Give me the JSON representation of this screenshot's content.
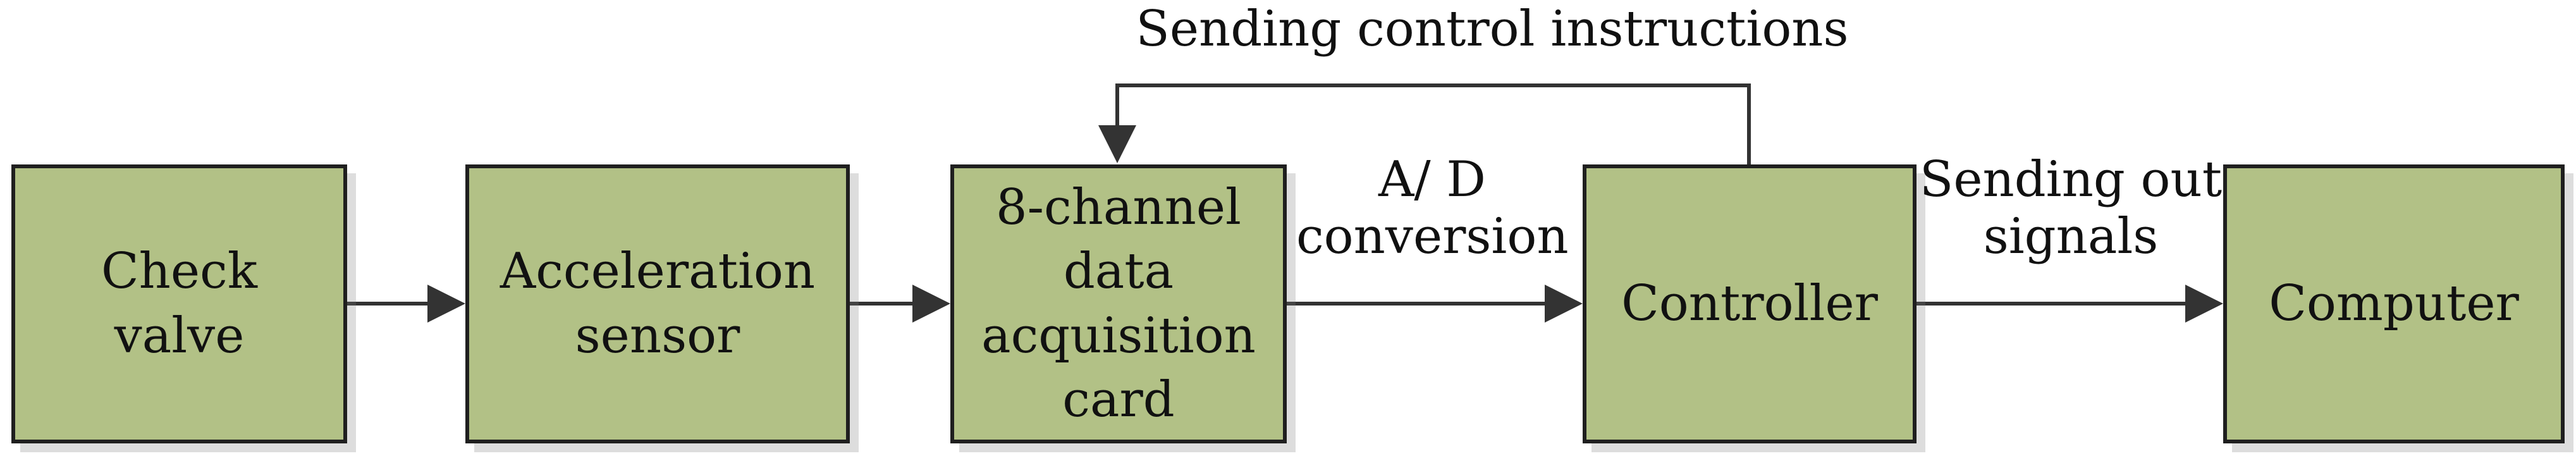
{
  "blocks": {
    "check_valve": "Check\nvalve",
    "acceleration_sensor": "Acceleration\nsensor",
    "daq_card": "8-channel\ndata\nacquisition\ncard",
    "controller": "Controller",
    "computer": "Computer"
  },
  "labels": {
    "feedback": "Sending control instructions",
    "ad_conversion": "A/ D\nconversion",
    "sending_out": "Sending out\nsignals"
  },
  "colors": {
    "block_fill": "#b2c186",
    "stroke": "#1f1f1f"
  }
}
